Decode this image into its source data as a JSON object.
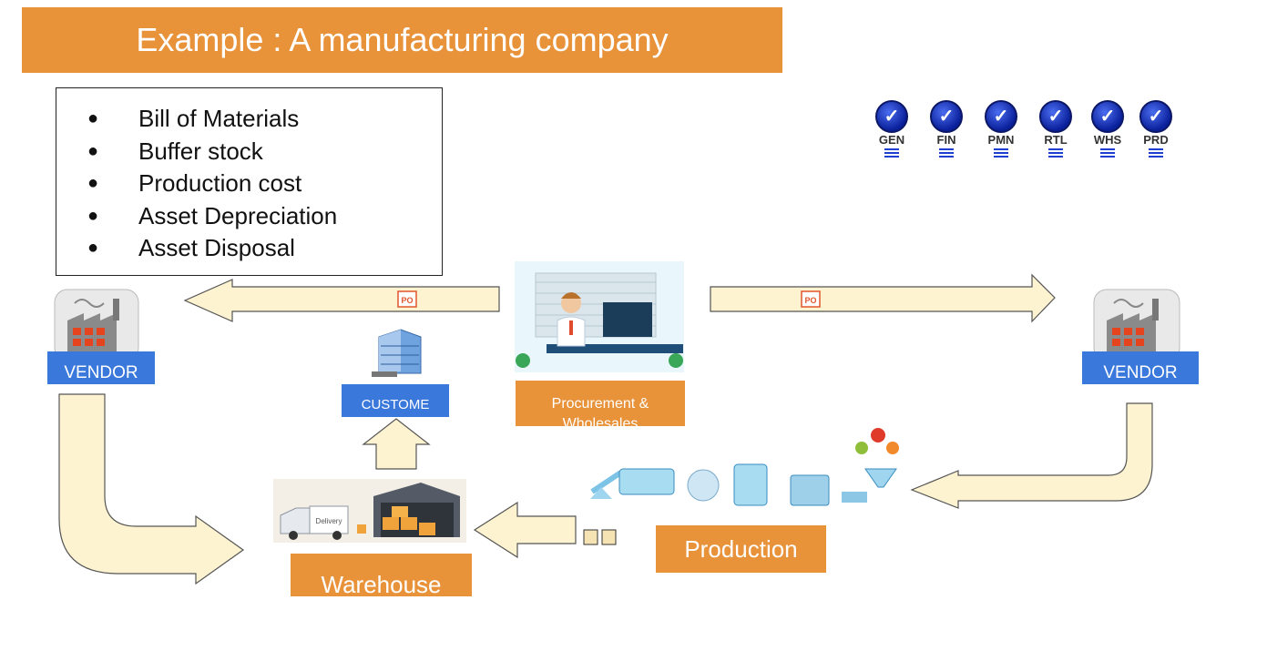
{
  "title": "Example  : A manufacturing company",
  "bullets": [
    "Bill of Materials",
    "Buffer stock",
    "Production cost",
    "Asset Depreciation",
    "Asset Disposal"
  ],
  "badges": [
    {
      "code": "GEN"
    },
    {
      "code": "FIN"
    },
    {
      "code": "PMN"
    },
    {
      "code": "RTL"
    },
    {
      "code": "WHS"
    },
    {
      "code": "PRD"
    }
  ],
  "nodes": {
    "vendor_left": "VENDOR",
    "vendor_right": "VENDOR",
    "customer": "CUSTOME",
    "procurement": "Procurement & Wholesales",
    "warehouse": "Warehouse",
    "production": "Production"
  },
  "po_label": "PO",
  "colors": {
    "accent_orange": "#E8923A",
    "label_blue": "#3B78DB",
    "arrow_fill": "#FDF3D0",
    "arrow_stroke": "#555555"
  }
}
